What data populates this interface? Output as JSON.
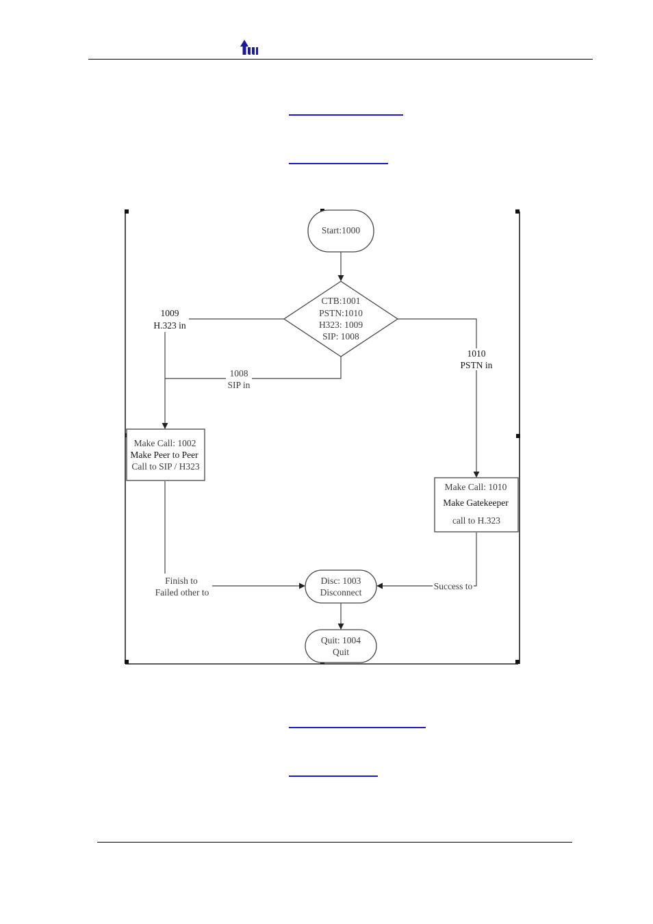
{
  "colors": {
    "link": "#1a1acc",
    "logo": "#1a1a9a",
    "line": "#444444"
  },
  "header": {
    "logo_icon": "company-logo-icon"
  },
  "links": [
    {
      "text": ""
    },
    {
      "text": ""
    },
    {
      "text": ""
    },
    {
      "text": ""
    }
  ],
  "flowchart": {
    "start": "Start:1000",
    "decision": [
      "CTB:1001",
      "PSTN:1010",
      "H323: 1009",
      "SIP: 1008"
    ],
    "branch_left": [
      "1009",
      "H.323 in"
    ],
    "branch_sip": [
      "1008",
      "SIP in"
    ],
    "branch_right": [
      "1010",
      "PSTN in"
    ],
    "box_left": [
      "Make Call: 1002",
      "Make Peer to Peer",
      "Call to SIP / H323"
    ],
    "box_right": [
      "Make Call: 1010",
      "Make Gatekeeper",
      "call to H.323"
    ],
    "label_fail": [
      "Finish to",
      "Failed other to"
    ],
    "label_success": "Success to",
    "disc": [
      "Disc: 1003",
      "Disconnect"
    ],
    "quit": [
      "Quit: 1004",
      "Quit"
    ]
  }
}
